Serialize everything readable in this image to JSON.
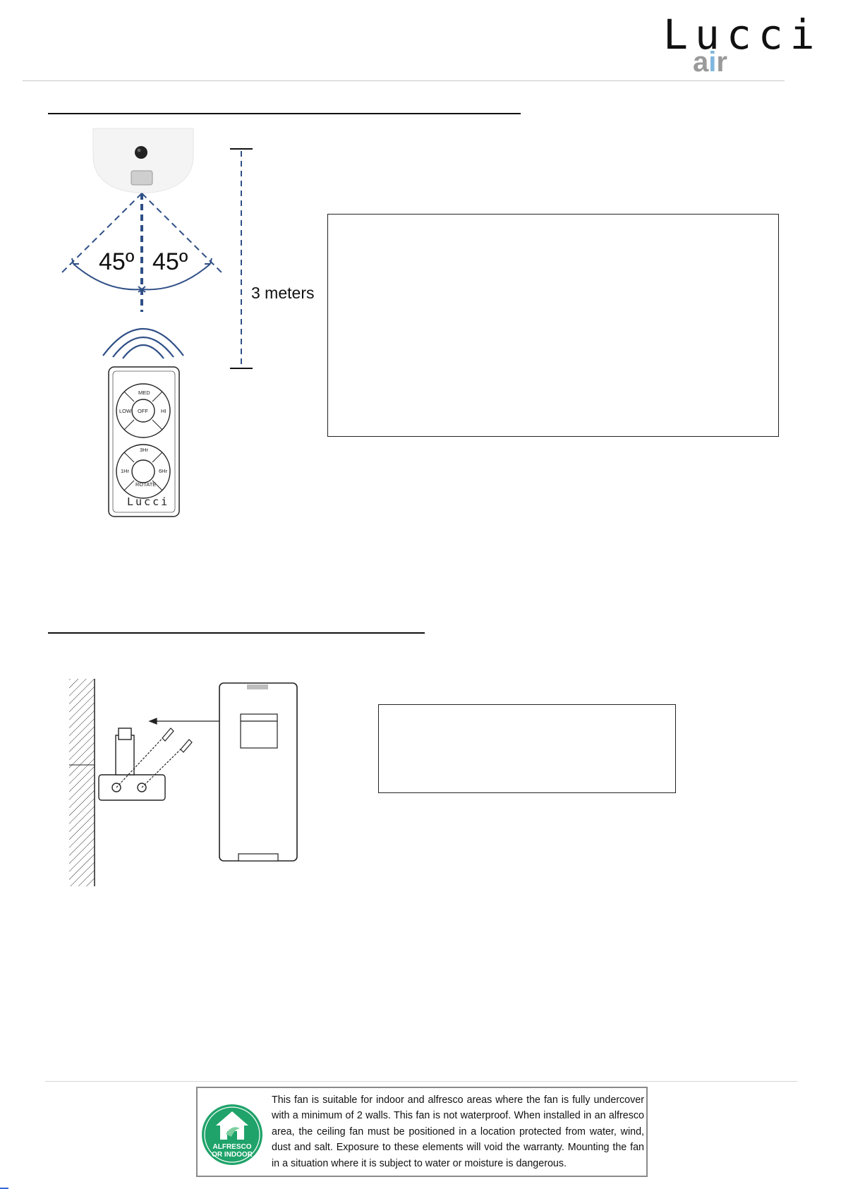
{
  "header": {
    "brand": "Lucci",
    "brand_sub_a": "a",
    "brand_sub_i": "i",
    "brand_sub_r": "r"
  },
  "range_diagram": {
    "angle_left": "45º",
    "angle_right": "45º",
    "distance": "3 meters",
    "remote_buttons": {
      "med": "MED",
      "off": "OFF",
      "low": "LOW",
      "hi": "HI",
      "timer_3": "3Hr",
      "timer_1": "1Hr",
      "timer_6": "6Hr",
      "rotate": "ROTATE",
      "brand": "Lucci"
    }
  },
  "notice": {
    "badge_line1": "ALFRESCO",
    "badge_line2": "OR INDOOR",
    "text": "This fan is suitable for indoor and alfresco areas where the fan is fully undercover with a minimum of 2 walls. This fan is not waterproof. When installed in an alfresco area, the ceiling fan must be positioned in a location protected from water, wind, dust and salt. Exposure to these elements will void the warranty. Mounting the fan in a situation where it is subject to water or moisture is dangerous."
  },
  "colors": {
    "dash_blue": "#2f4f86",
    "logo_accent": "#7fb6df",
    "badge_green": "#1fa36a"
  }
}
